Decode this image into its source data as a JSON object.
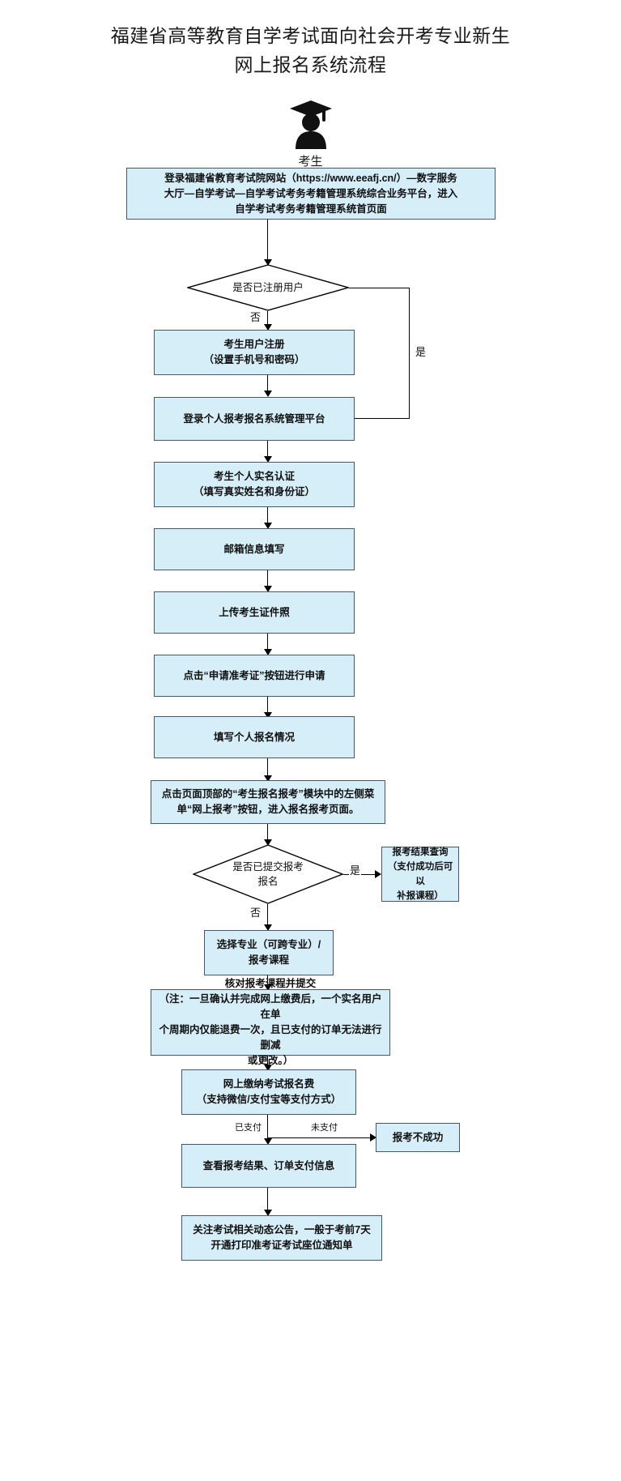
{
  "title": {
    "line1": "福建省高等教育自学考试面向社会开考专业新生",
    "line2": "网上报名系统流程"
  },
  "actor": {
    "icon": "graduate-student-icon",
    "label": "考生"
  },
  "nodes": {
    "login_portal": {
      "line1": "登录福建省教育考试院网站（https://www.eeafj.cn/）—数字服务",
      "line2": "大厅—自学考试—自学考试考务考籍管理系统综合业务平台，进入",
      "line3": "自学考试考务考籍管理系统首页面"
    },
    "decision_registered": {
      "text": "是否已注册用户"
    },
    "user_register": {
      "line1": "考生用户注册",
      "line2": "（设置手机号和密码）"
    },
    "login_platform": {
      "line1": "登录个人报考报名系统管理平台"
    },
    "real_name_auth": {
      "line1": "考生个人实名认证",
      "line2": "（填写真实姓名和身份证）"
    },
    "email_fill": {
      "line1": "邮箱信息填写"
    },
    "upload_photo": {
      "line1": "上传考生证件照"
    },
    "apply_admission_ticket": {
      "line1": "点击“申请准考证”按钮进行申请"
    },
    "fill_registration_info": {
      "line1": "填写个人报名情况"
    },
    "online_exam_entry": {
      "line1": "点击页面顶部的“考生报名报考”模块中的左侧菜",
      "line2": "单“网上报考”按钮，进入报名报考页面。"
    },
    "decision_submitted": {
      "line1": "是否已提交报考",
      "line2": "报名"
    },
    "result_query": {
      "line1": "报考结果查询",
      "line2": "（支付成功后可以",
      "line3": "补报课程）"
    },
    "choose_major": {
      "line1": "选择专业（可跨专业）/",
      "line2": "报考课程"
    },
    "verify_submit": {
      "line1": "核对报考课程并提交",
      "line2": "（注：一旦确认并完成网上缴费后，一个实名用户在单",
      "line3": "个周期内仅能退费一次，且已支付的订单无法进行删减",
      "line4": "或更改。）"
    },
    "pay_fee": {
      "line1": "网上缴纳考试报名费",
      "line2": "（支持微信/支付宝等支付方式）"
    },
    "register_failed": {
      "line1": "报考不成功"
    },
    "view_result": {
      "line1": "查看报考结果、订单支付信息"
    },
    "follow_notice": {
      "line1": "关注考试相关动态公告，一般于考前7天",
      "line2": "开通打印准考证考试座位通知单"
    }
  },
  "edge_labels": {
    "registered_no": "否",
    "registered_yes": "是",
    "submitted_yes": "是",
    "submitted_no": "否",
    "paid": "已支付",
    "unpaid": "未支付"
  },
  "colors": {
    "node_fill": "#d6eef8",
    "node_border": "#44586b",
    "line": "#000000",
    "red_text": "#d0112b",
    "text": "#101010"
  }
}
